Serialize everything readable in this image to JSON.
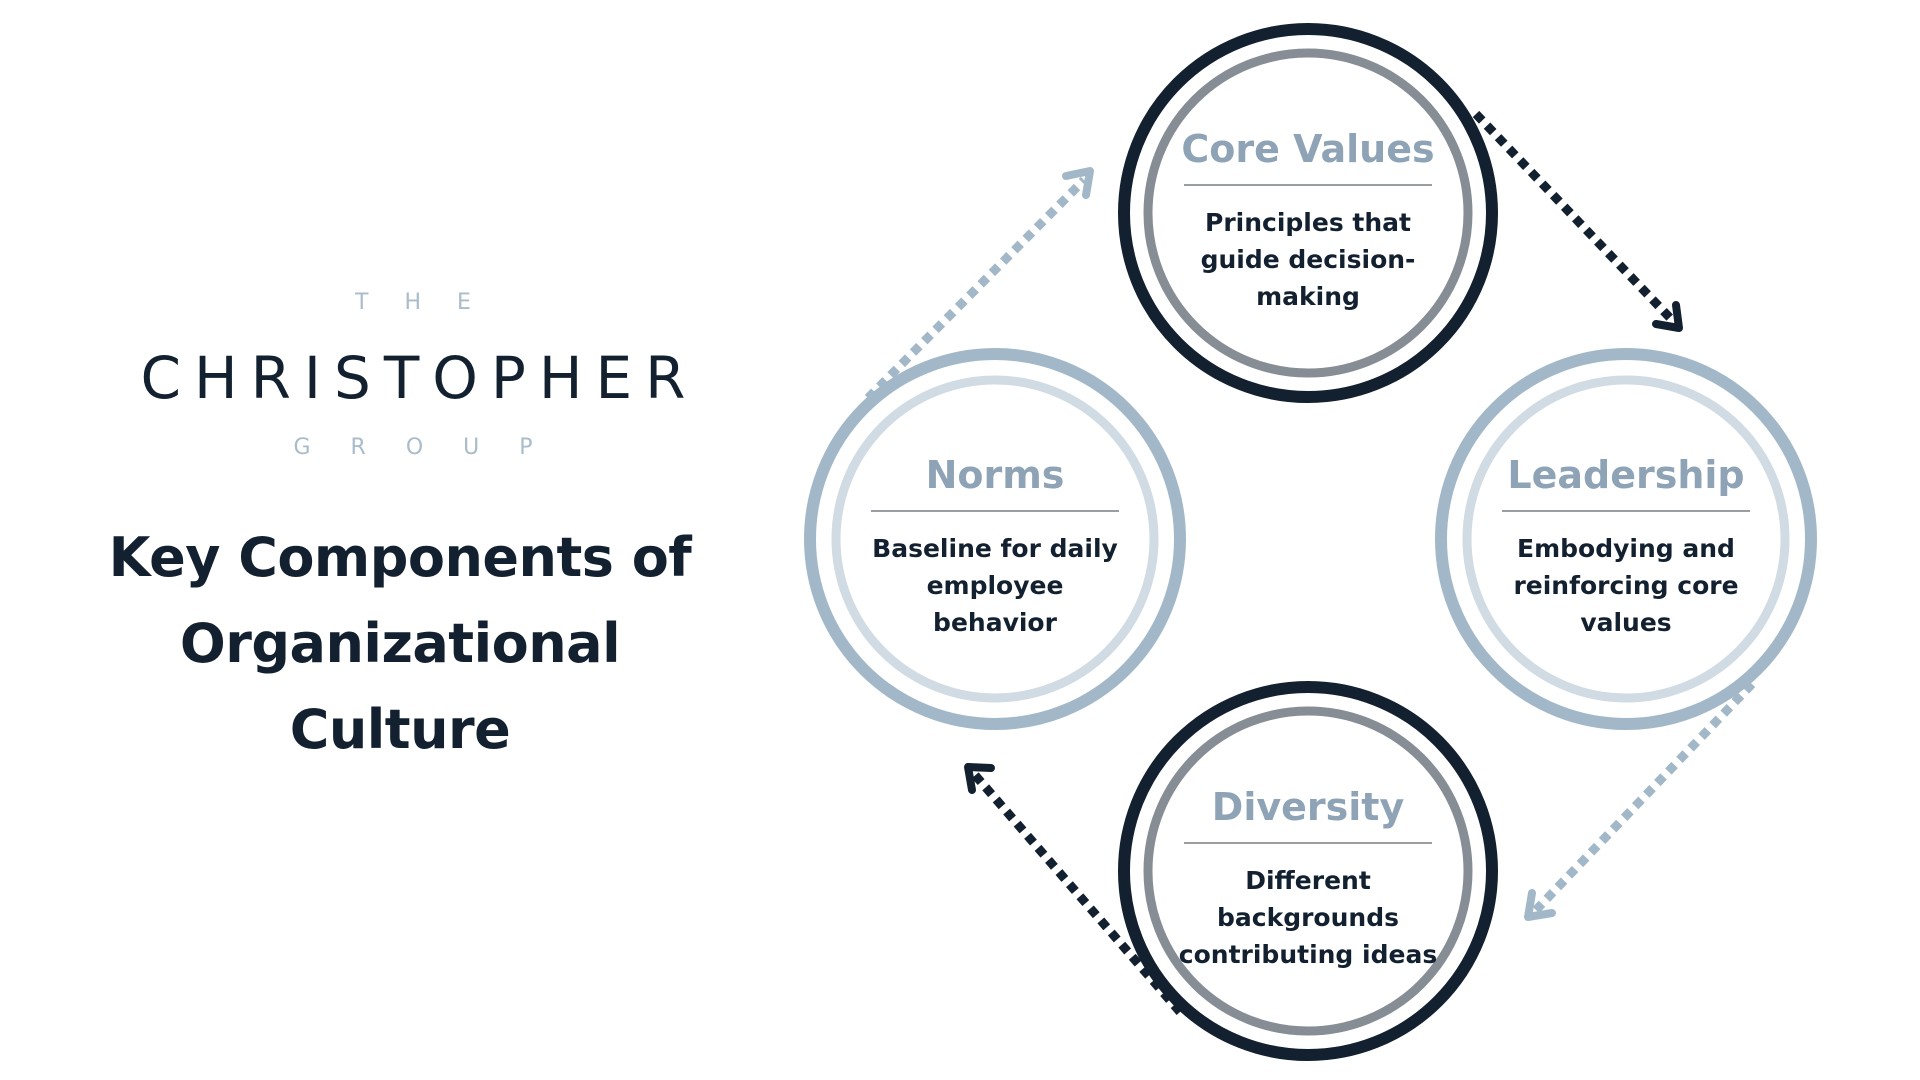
{
  "logo": {
    "line1": "THE",
    "line2": "CHRISTOPHER",
    "line3": "GROUP"
  },
  "title": {
    "lines": [
      "Key Components of",
      "Organizational",
      "Culture"
    ]
  },
  "colors": {
    "navy": "#12202f",
    "slate_blue": "#a2b8c8",
    "light_blue": "#d0dbe4",
    "gray": "#878d95",
    "title_text": "#8ea3b5",
    "divider": "#9a9ea3"
  },
  "components": [
    {
      "id": "core-values",
      "title": "Core Values",
      "description": [
        "Principles that",
        "guide decision-",
        "making"
      ],
      "style": "dark"
    },
    {
      "id": "leadership",
      "title": "Leadership",
      "description": [
        "Embodying and",
        "reinforcing core",
        "values"
      ],
      "style": "light"
    },
    {
      "id": "diversity",
      "title": "Diversity",
      "description": [
        "Different",
        "backgrounds",
        "contributing ideas"
      ],
      "style": "dark"
    },
    {
      "id": "norms",
      "title": "Norms",
      "description": [
        "Baseline for daily",
        "employee",
        "behavior"
      ],
      "style": "light"
    }
  ],
  "arrows": [
    {
      "from": "core-values",
      "to": "leadership",
      "style": "dark"
    },
    {
      "from": "leadership",
      "to": "diversity",
      "style": "light"
    },
    {
      "from": "diversity",
      "to": "norms",
      "style": "dark"
    },
    {
      "from": "norms",
      "to": "core-values",
      "style": "light"
    }
  ]
}
